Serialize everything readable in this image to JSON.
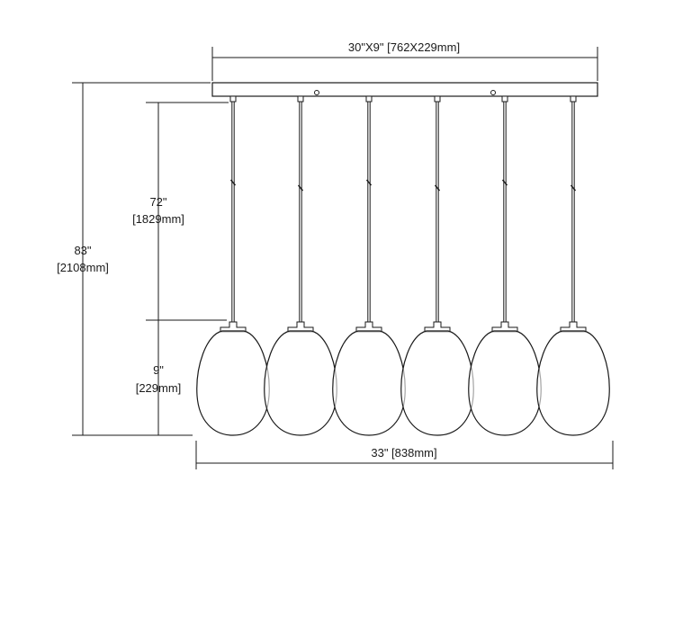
{
  "diagram": {
    "canopy_dimension": "30\"X9\" [762X229mm]",
    "overall_height": {
      "imperial": "83\"",
      "metric": "[2108mm]"
    },
    "cord_length": {
      "imperial": "72\"",
      "metric": "[1829mm]"
    },
    "shade_height": {
      "imperial": "9\"",
      "metric": "[229mm]"
    },
    "overall_width": "33\" [838mm]",
    "pendant_count": 6,
    "line_color": "#1a1a1a",
    "background_color": "#ffffff"
  }
}
